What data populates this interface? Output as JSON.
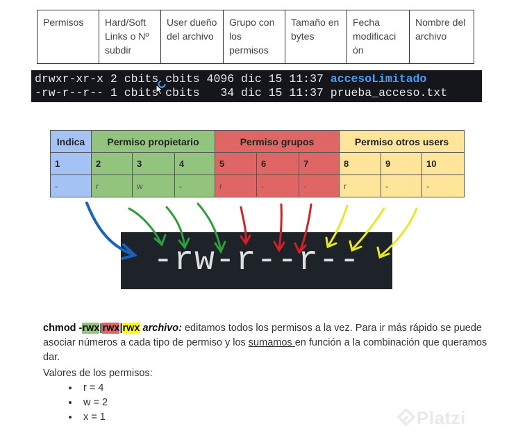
{
  "header_table": [
    "Permisos",
    "Hard/Soft Links o Nº subdir",
    "User dueño del archivo",
    "Grupo con los permisos",
    "Tamaño en bytes",
    "Fecha modificaci ón",
    "Nombre del archivo"
  ],
  "terminal": {
    "line1_prefix": "drwxr-xr-x 2 cbits cbits 4096 dic 15 11:37 ",
    "line1_dir": "accesoLimitado",
    "line2": "-rw-r--r-- 1 cbits cbits   34 dic 15 11:37 prueba_acceso.txt"
  },
  "perm_table": {
    "headers": [
      "Indica",
      "Permiso propietario",
      "Permiso grupos",
      "Permiso otros users"
    ],
    "numbers": [
      "1",
      "2",
      "3",
      "4",
      "5",
      "6",
      "7",
      "8",
      "9",
      "10"
    ],
    "values": [
      "-",
      "r",
      "w",
      "-",
      "r",
      "-",
      "-",
      "r",
      "-",
      "-"
    ],
    "colors": {
      "indica": "#a4c2f4",
      "owner": "#93c47d",
      "group": "#e06666",
      "others": "#ffe599"
    }
  },
  "big_terminal": "-rw-r--r--",
  "arrow_colors": {
    "blue": "#1565c0",
    "green": "#2e9e3a",
    "red": "#d61f26",
    "yellow": "#e8e81c"
  },
  "paragraph": {
    "cmd": "chmod -",
    "rwx1": "rwx",
    "sep1": "|",
    "rwx2": "rwx",
    "sep2": "|",
    "rwx3": "rwx",
    "arg": "archivo:",
    "text1": " editamos todos los permisos a la vez. Para ir más rápido se puede asociar números a cada tipo de permiso y los ",
    "underlined": "sumamos ",
    "text2": "en función a la combinación que queramos dar."
  },
  "values_title": "Valores de los permisos:",
  "values": [
    "r = 4",
    "w = 2",
    "x = 1"
  ],
  "watermark": "Platzi"
}
